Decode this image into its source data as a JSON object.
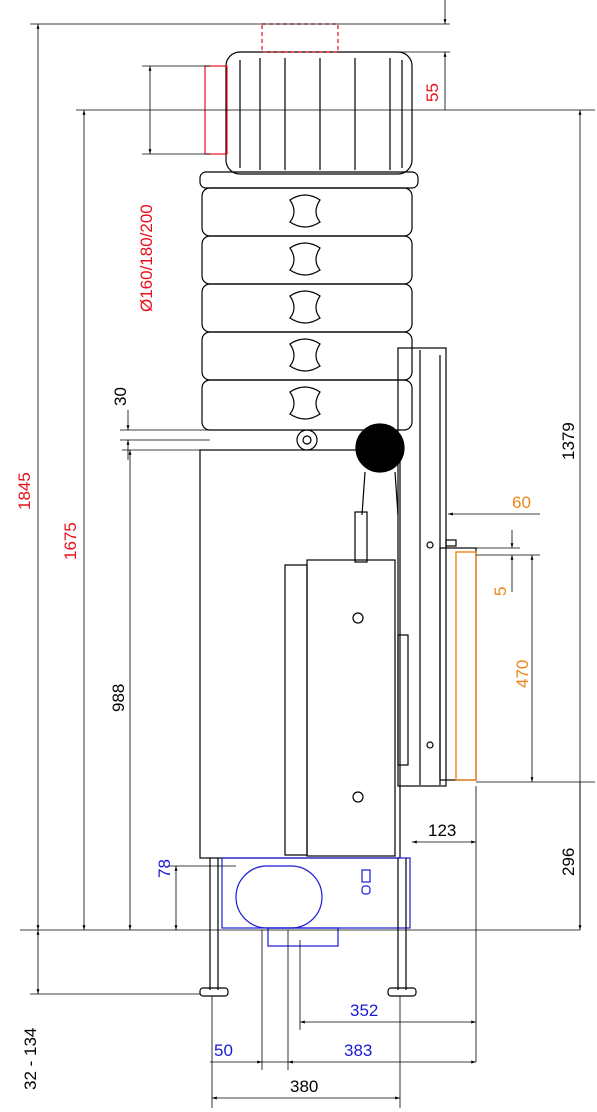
{
  "drawing": {
    "dimensions": {
      "overall_height": "1845",
      "height_to_top_body": "1675",
      "flue_diameter": "Ø160/180/200",
      "top_offset": "55",
      "gap_30": "30",
      "height_988": "988",
      "side_height": "1379",
      "side_60": "60",
      "side_5": "5",
      "door_470": "470",
      "depth_123": "123",
      "height_296": "296",
      "height_78": "78",
      "feet_range": "32 - 134",
      "width_352": "352",
      "width_50": "50",
      "width_383": "383",
      "width_380": "380"
    },
    "colors": {
      "red": "#e8101b",
      "blue": "#1a1ad6",
      "orange": "#f08418",
      "black": "#000000"
    }
  }
}
